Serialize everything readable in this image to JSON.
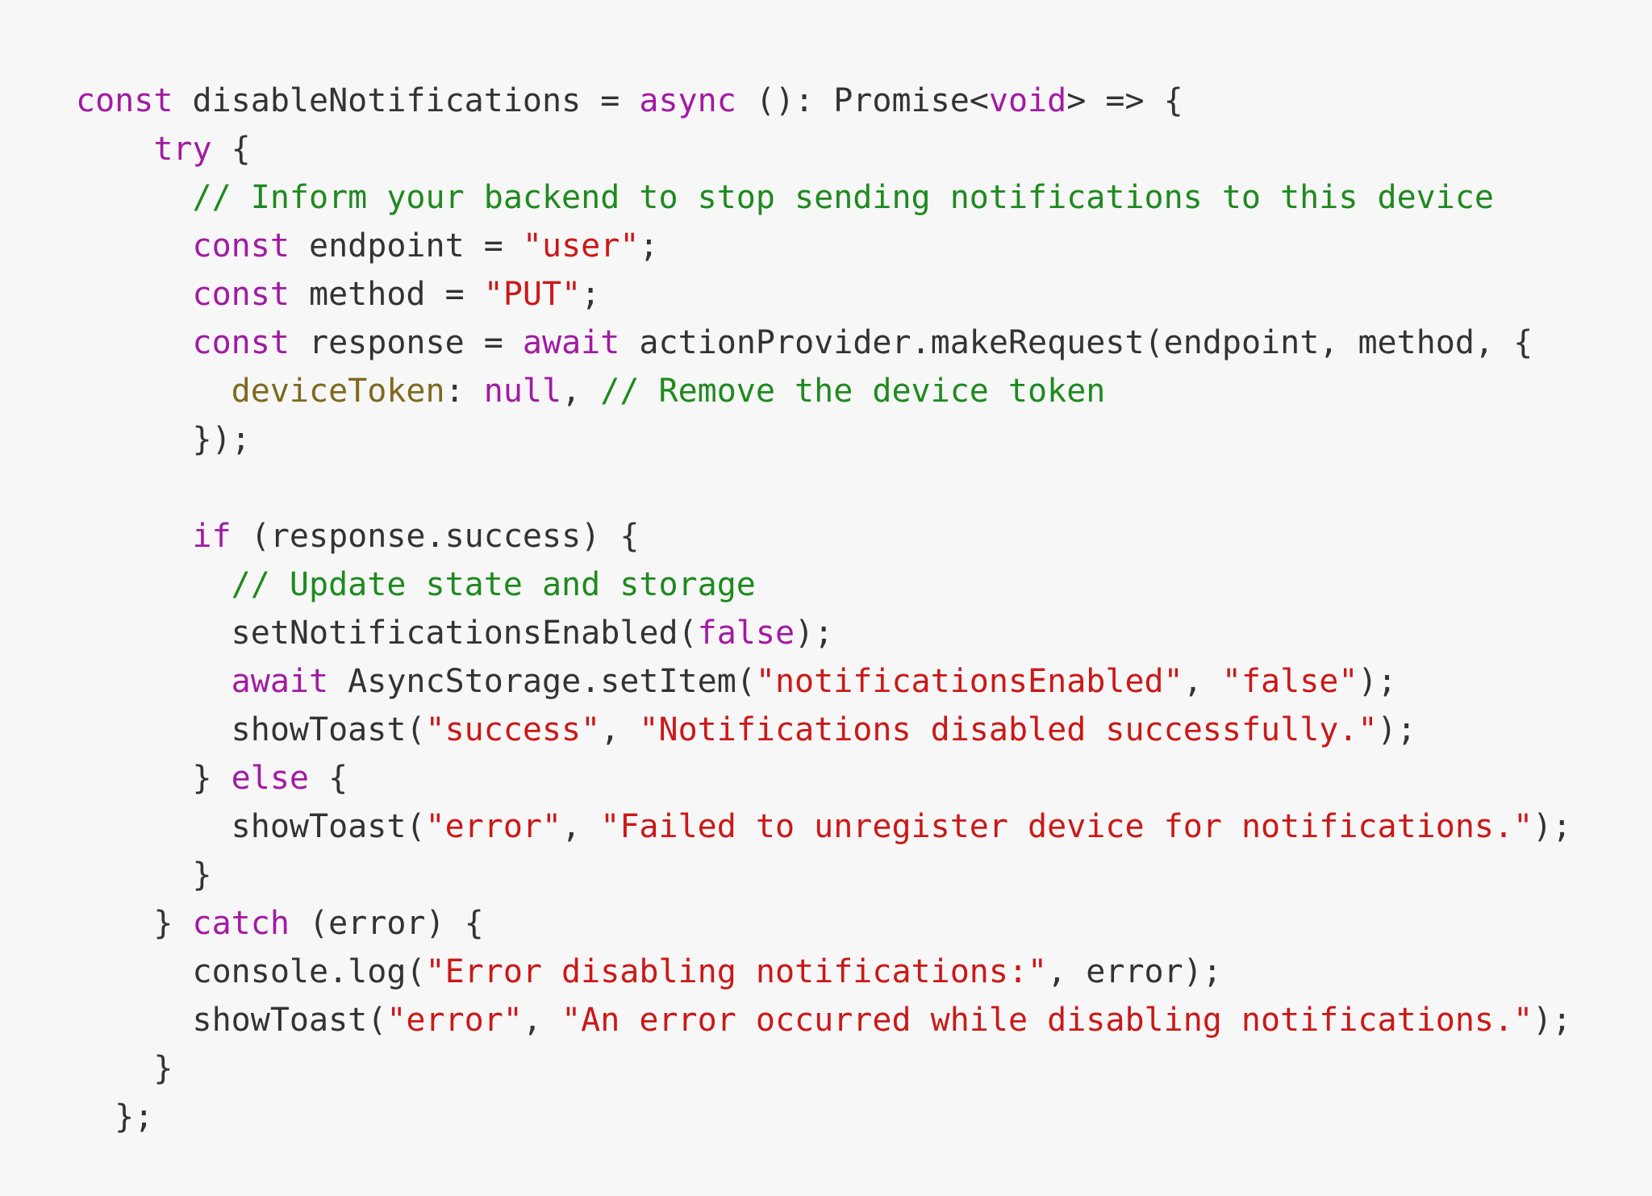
{
  "code_block": {
    "lines": [
      [
        [
          "keyword",
          "const"
        ],
        [
          "plain",
          " disableNotifications = "
        ],
        [
          "keyword",
          "async"
        ],
        [
          "plain",
          " (): Promise<"
        ],
        [
          "keyword",
          "void"
        ],
        [
          "plain",
          "> => {"
        ]
      ],
      [
        [
          "plain",
          "    "
        ],
        [
          "keyword",
          "try"
        ],
        [
          "plain",
          " {"
        ]
      ],
      [
        [
          "plain",
          "      "
        ],
        [
          "comment",
          "// Inform your backend to stop sending notifications to this device"
        ]
      ],
      [
        [
          "plain",
          "      "
        ],
        [
          "keyword",
          "const"
        ],
        [
          "plain",
          " endpoint = "
        ],
        [
          "string",
          "\"user\""
        ],
        [
          "plain",
          ";"
        ]
      ],
      [
        [
          "plain",
          "      "
        ],
        [
          "keyword",
          "const"
        ],
        [
          "plain",
          " method = "
        ],
        [
          "string",
          "\"PUT\""
        ],
        [
          "plain",
          ";"
        ]
      ],
      [
        [
          "plain",
          "      "
        ],
        [
          "keyword",
          "const"
        ],
        [
          "plain",
          " response = "
        ],
        [
          "keyword",
          "await"
        ],
        [
          "plain",
          " actionProvider.makeRequest(endpoint, method, {"
        ]
      ],
      [
        [
          "plain",
          "        "
        ],
        [
          "prop",
          "deviceToken"
        ],
        [
          "plain",
          ": "
        ],
        [
          "keyword",
          "null"
        ],
        [
          "plain",
          ", "
        ],
        [
          "comment",
          "// Remove the device token"
        ]
      ],
      [
        [
          "plain",
          "      });"
        ]
      ],
      [],
      [
        [
          "plain",
          "      "
        ],
        [
          "keyword",
          "if"
        ],
        [
          "plain",
          " (response.success) {"
        ]
      ],
      [
        [
          "plain",
          "        "
        ],
        [
          "comment",
          "// Update state and storage"
        ]
      ],
      [
        [
          "plain",
          "        setNotificationsEnabled("
        ],
        [
          "keyword",
          "false"
        ],
        [
          "plain",
          ");"
        ]
      ],
      [
        [
          "plain",
          "        "
        ],
        [
          "keyword",
          "await"
        ],
        [
          "plain",
          " AsyncStorage.setItem("
        ],
        [
          "string",
          "\"notificationsEnabled\""
        ],
        [
          "plain",
          ", "
        ],
        [
          "string",
          "\"false\""
        ],
        [
          "plain",
          ");"
        ]
      ],
      [
        [
          "plain",
          "        showToast("
        ],
        [
          "string",
          "\"success\""
        ],
        [
          "plain",
          ", "
        ],
        [
          "string",
          "\"Notifications disabled successfully.\""
        ],
        [
          "plain",
          ");"
        ]
      ],
      [
        [
          "plain",
          "      } "
        ],
        [
          "keyword",
          "else"
        ],
        [
          "plain",
          " {"
        ]
      ],
      [
        [
          "plain",
          "        showToast("
        ],
        [
          "string",
          "\"error\""
        ],
        [
          "plain",
          ", "
        ],
        [
          "string",
          "\"Failed to unregister device for notifications.\""
        ],
        [
          "plain",
          ");"
        ]
      ],
      [
        [
          "plain",
          "      }"
        ]
      ],
      [
        [
          "plain",
          "    } "
        ],
        [
          "keyword",
          "catch"
        ],
        [
          "plain",
          " (error) {"
        ]
      ],
      [
        [
          "plain",
          "      console.log("
        ],
        [
          "string",
          "\"Error disabling notifications:\""
        ],
        [
          "plain",
          ", error);"
        ]
      ],
      [
        [
          "plain",
          "      showToast("
        ],
        [
          "string",
          "\"error\""
        ],
        [
          "plain",
          ", "
        ],
        [
          "string",
          "\"An error occurred while disabling notifications.\""
        ],
        [
          "plain",
          ");"
        ]
      ],
      [
        [
          "plain",
          "    }"
        ]
      ],
      [
        [
          "plain",
          "  };"
        ]
      ]
    ]
  }
}
